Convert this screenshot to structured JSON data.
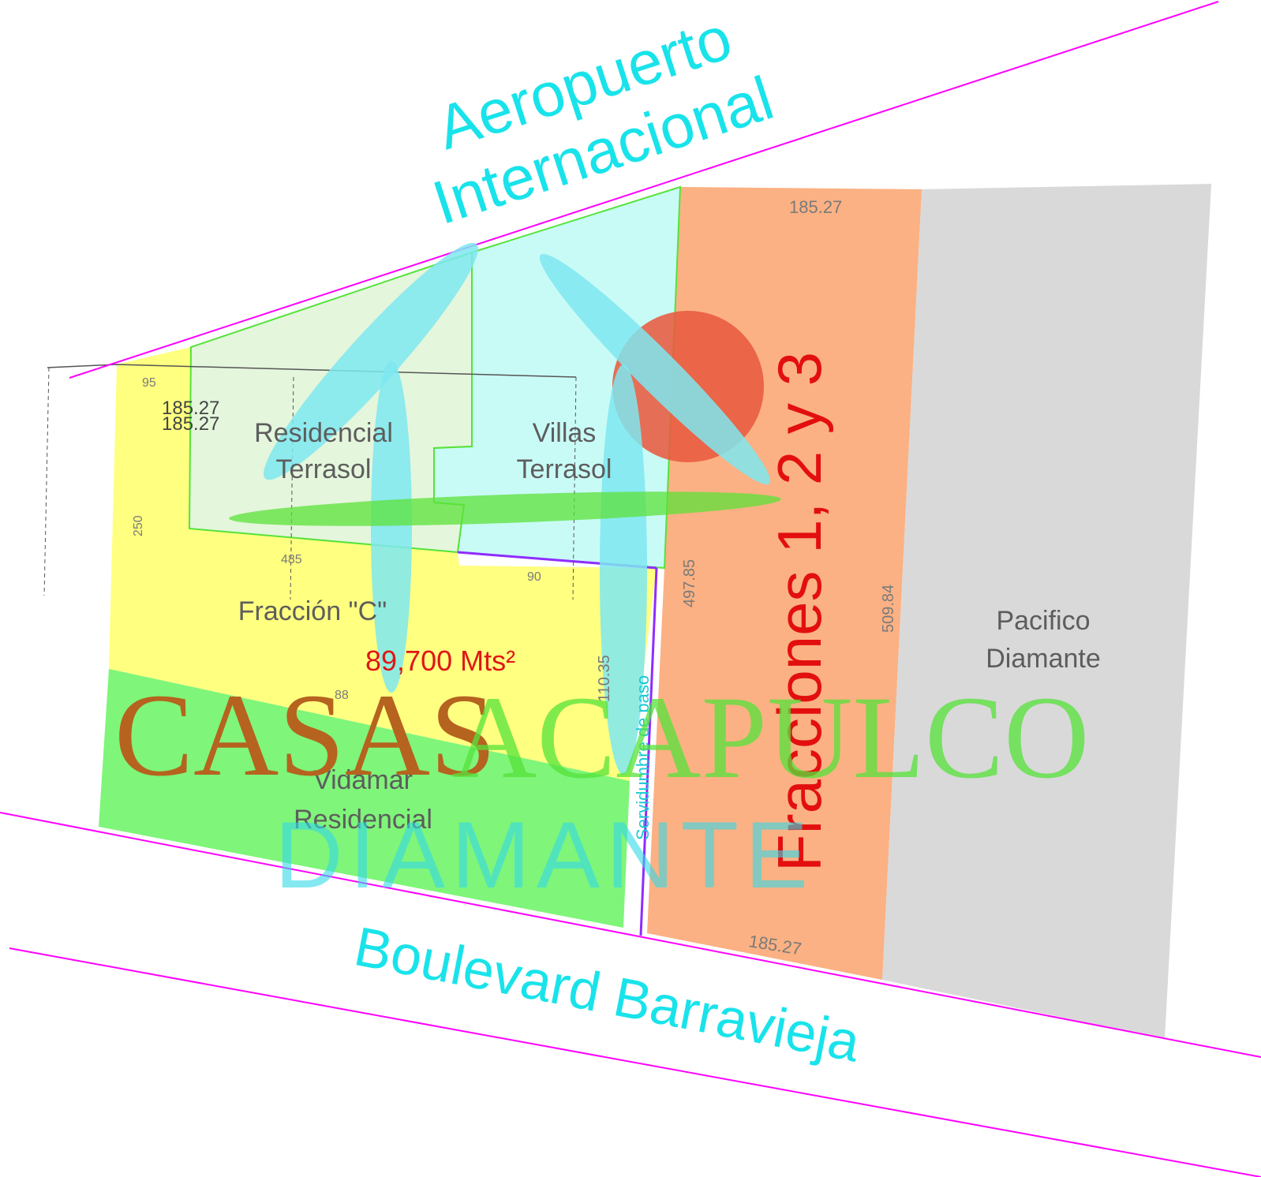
{
  "colors": {
    "road_line": "#ff00ff",
    "road_text": "#19e3ea",
    "yellow_zone": "#ffff80",
    "green_zone": "#7ff57a",
    "pale_green_zone": "#e4f6dc",
    "cyan_zone": "#c9fbf6",
    "orange_zone": "#fbb183",
    "gray_zone": "#d9d9d9",
    "area_text": "#e01616",
    "fracciones_text": "#e30f0f",
    "watermark_brown": "#b5631f",
    "watermark_green": "#55e33a",
    "watermark_cyan": "#34d9e8",
    "sun_red": "#e85a40"
  },
  "roads": {
    "top_line1": "Aeropuerto",
    "top_line2": "Internacional",
    "bottom": "Boulevard Barravieja"
  },
  "zones": {
    "residencial_terrasol": {
      "line1": "Residencial",
      "line2": "Terrasol"
    },
    "villas_terrasol": {
      "line1": "Villas",
      "line2": "Terrasol"
    },
    "fraccion_c": {
      "label": "Fracción \"C\"",
      "area": "89,700 Mts²"
    },
    "vidamar_residencial": {
      "line1": "Vidamar",
      "line2": "Residencial"
    },
    "fracciones": {
      "label": "Fracciones 1, 2 y 3"
    },
    "servidumbre": {
      "label": "Servidumbre de paso"
    },
    "pacifico_diamante": {
      "line1": "Pacifico",
      "line2": "Diamante"
    }
  },
  "measurements": {
    "top_left_a": "185.27",
    "top_left_b": "185.27",
    "top_orange": "185.27",
    "bottom_orange": "185.27",
    "left_orange": "497.85",
    "right_orange": "509.84",
    "yellow_small_1": "485",
    "yellow_small_2": "90",
    "yellow_small_3": "250",
    "yellow_small_4": "95",
    "yellow_small_5": "88",
    "yellow_right": "110.35"
  },
  "watermark": {
    "word1": "CASAS",
    "word2": "ACAPULCO",
    "word3": "DIAMANTE"
  }
}
